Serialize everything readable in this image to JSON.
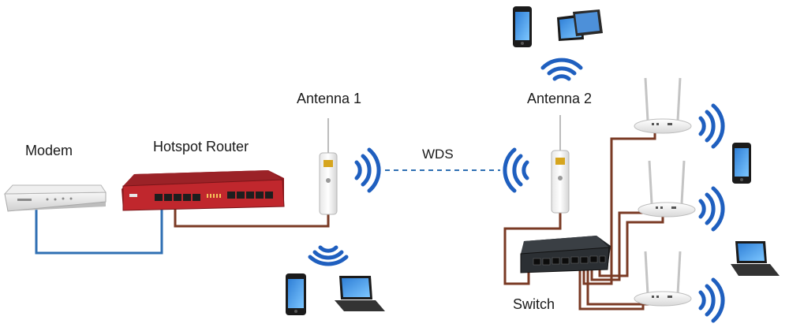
{
  "labels": {
    "modem": "Modem",
    "hotspot_router": "Hotspot Router",
    "antenna_1": "Antenna 1",
    "antenna_2": "Antenna 2",
    "wds": "WDS",
    "switch": "Switch"
  },
  "colors": {
    "ethernet_cable_modem": "#2f6fb3",
    "ethernet_cable": "#7a3a24",
    "wds_link": "#2f6fb3",
    "wifi_signal": "#1f5fbf",
    "router_body": "#c0272d",
    "switch_body": "#2b2f33"
  },
  "icons": {
    "modem": "modem-icon",
    "router": "router-icon",
    "antenna": "outdoor-antenna-icon",
    "switch": "network-switch-icon",
    "access_point": "wireless-access-point-icon",
    "phone": "smartphone-icon",
    "tablet": "tablet-icon",
    "laptop": "laptop-icon",
    "wifi": "wifi-signal-icon"
  }
}
